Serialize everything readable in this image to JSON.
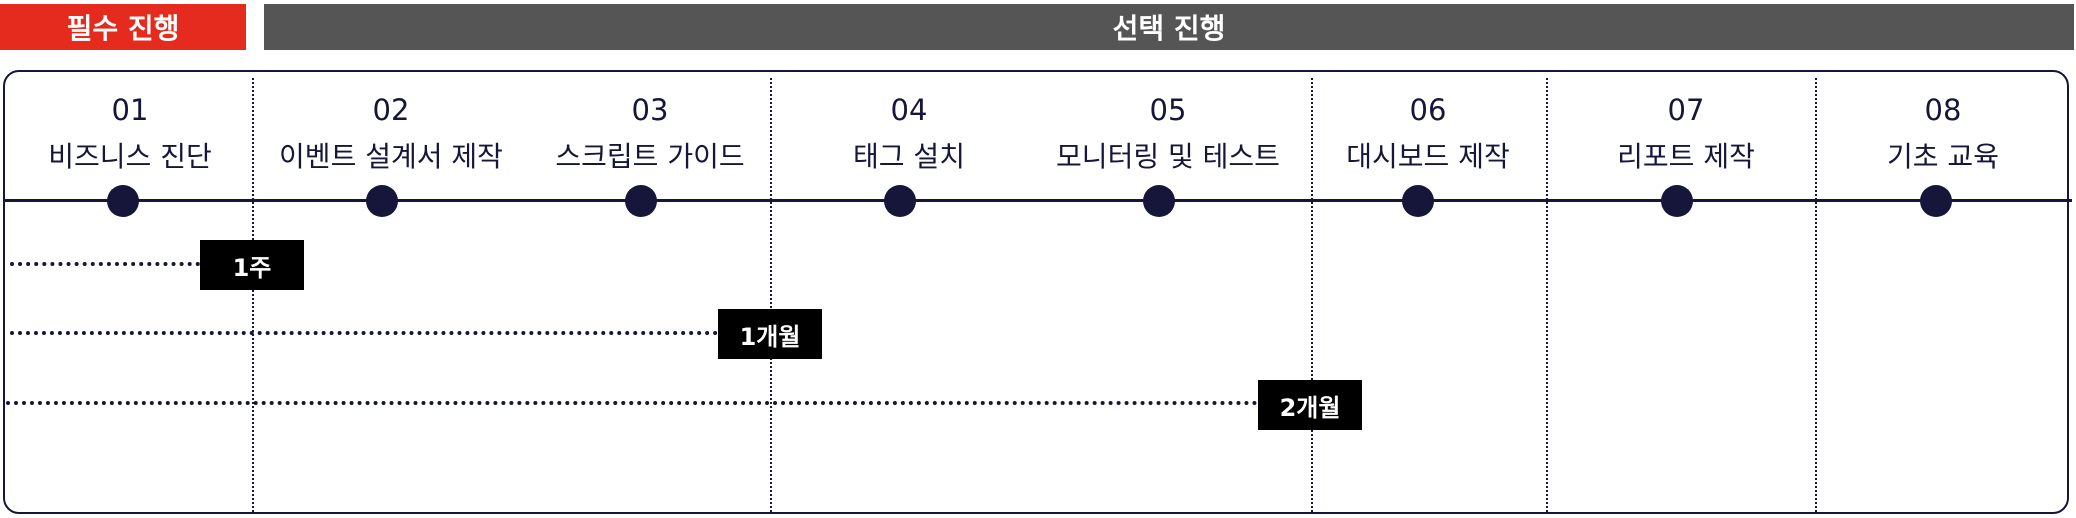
{
  "banners": {
    "required": "필수 진행",
    "optional": "선택 진행"
  },
  "steps": [
    {
      "number": "01",
      "label": "비즈니스 진단"
    },
    {
      "number": "02",
      "label": "이벤트 설계서 제작"
    },
    {
      "number": "03",
      "label": "스크립트 가이드"
    },
    {
      "number": "04",
      "label": "태그 설치"
    },
    {
      "number": "05",
      "label": "모니터링 및 테스트"
    },
    {
      "number": "06",
      "label": "대시보드 제작"
    },
    {
      "number": "07",
      "label": "리포트 제작"
    },
    {
      "number": "08",
      "label": "기초 교육"
    }
  ],
  "durations": [
    {
      "label": "1주"
    },
    {
      "label": "1개월"
    },
    {
      "label": "2개월"
    }
  ],
  "colors": {
    "required_banner": "#e52a1e",
    "optional_banner": "#555555",
    "navy": "#15163a",
    "badge": "#000000"
  }
}
